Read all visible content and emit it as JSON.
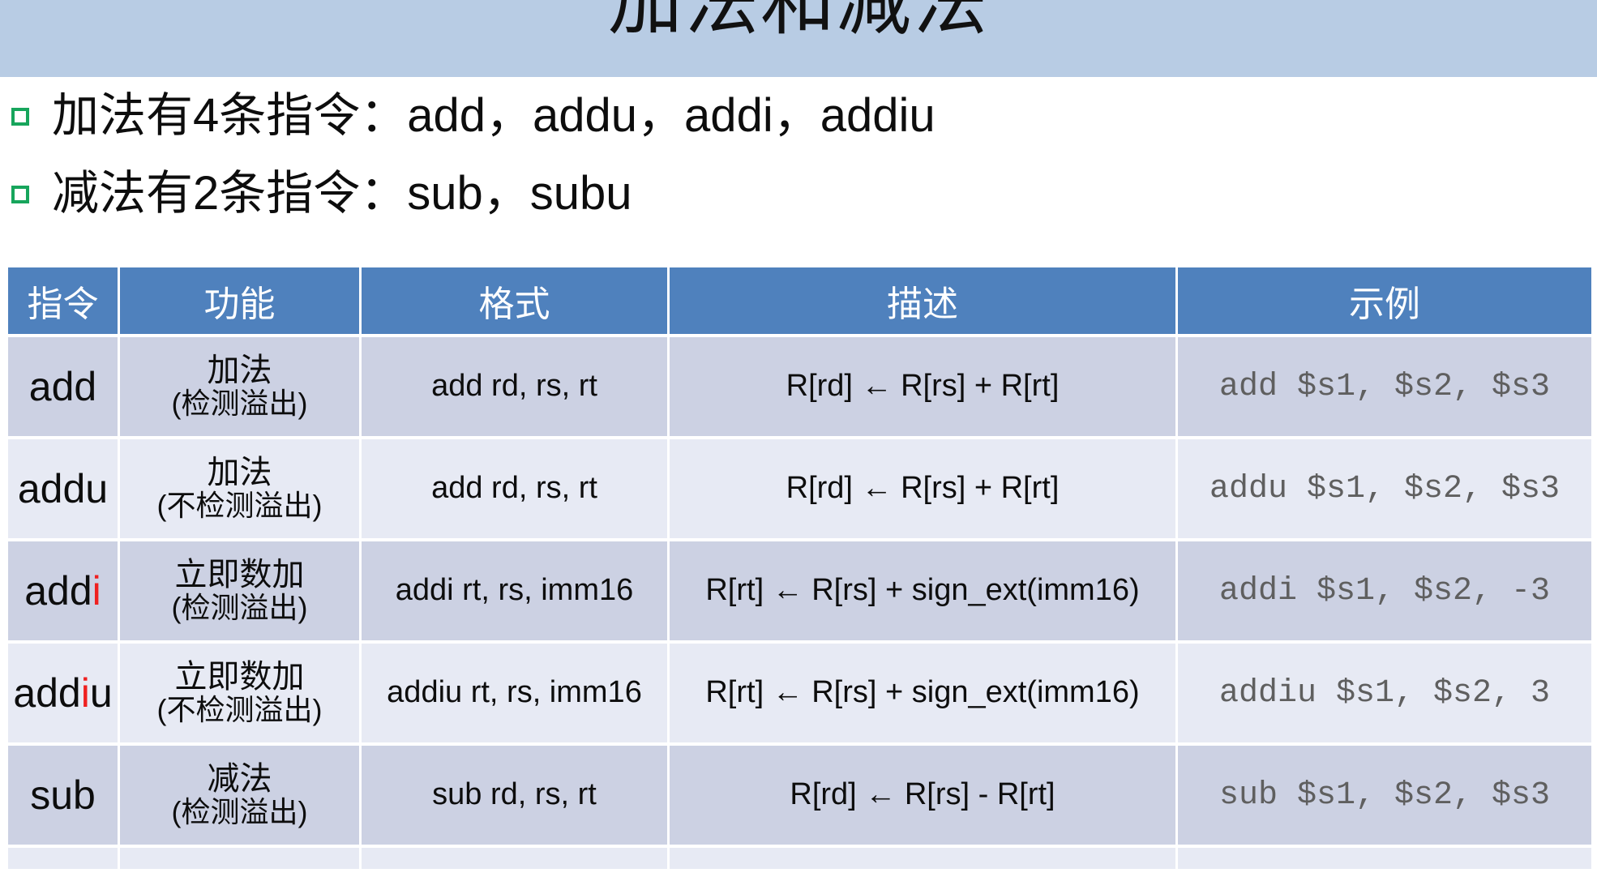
{
  "slide": {
    "title": "加法和减法",
    "title_band_color": "#b8cce4",
    "bullet_marker_color": "#17a55c",
    "bullet_marker_icon": "hollow-square-bullet-icon",
    "bullets": [
      {
        "text": "加法有4条指令：add，addu，addi，addiu"
      },
      {
        "text": "减法有2条指令：sub，subu"
      }
    ]
  },
  "table": {
    "header_bg": "#4f81bd",
    "row_odd_bg": "#ccd1e3",
    "row_even_bg": "#e7eaf4",
    "accent_red": "#ef2020",
    "headers": [
      "指令",
      "功能",
      "格式",
      "描述",
      "示例"
    ],
    "rows": [
      {
        "instruction_prefix": "add",
        "instruction_red": "",
        "instruction_suffix": "",
        "function_main": "加法",
        "function_note": "(检测溢出)",
        "format": "add rd, rs, rt",
        "description": "R[rd] ← R[rs] + R[rt]",
        "example": "add $s1, $s2, $s3"
      },
      {
        "instruction_prefix": "addu",
        "instruction_red": "",
        "instruction_suffix": "",
        "function_main": "加法",
        "function_note": "(不检测溢出)",
        "format": "add rd, rs, rt",
        "description": "R[rd] ← R[rs] + R[rt]",
        "example": "addu $s1, $s2, $s3"
      },
      {
        "instruction_prefix": "add",
        "instruction_red": "i",
        "instruction_suffix": "",
        "function_main": "立即数加",
        "function_note": "(检测溢出)",
        "format": "addi rt, rs, imm16",
        "description": "R[rt] ← R[rs] + sign_ext(imm16)",
        "example": "addi $s1, $s2, -3"
      },
      {
        "instruction_prefix": "add",
        "instruction_red": "i",
        "instruction_suffix": "u",
        "function_main": "立即数加",
        "function_note": "(不检测溢出)",
        "format": "addiu rt, rs, imm16",
        "description": "R[rt] ← R[rs] + sign_ext(imm16)",
        "example": "addiu $s1, $s2, 3"
      },
      {
        "instruction_prefix": "sub",
        "instruction_red": "",
        "instruction_suffix": "",
        "function_main": "减法",
        "function_note": "(检测溢出)",
        "format": "sub rd, rs, rt",
        "description": "R[rd] ← R[rs] - R[rt]",
        "example": "sub $s1, $s2, $s3"
      },
      {
        "instruction_prefix": "",
        "instruction_red": "",
        "instruction_suffix": "",
        "function_main": "",
        "function_note": "",
        "format": "",
        "description": "",
        "example": ""
      }
    ]
  }
}
